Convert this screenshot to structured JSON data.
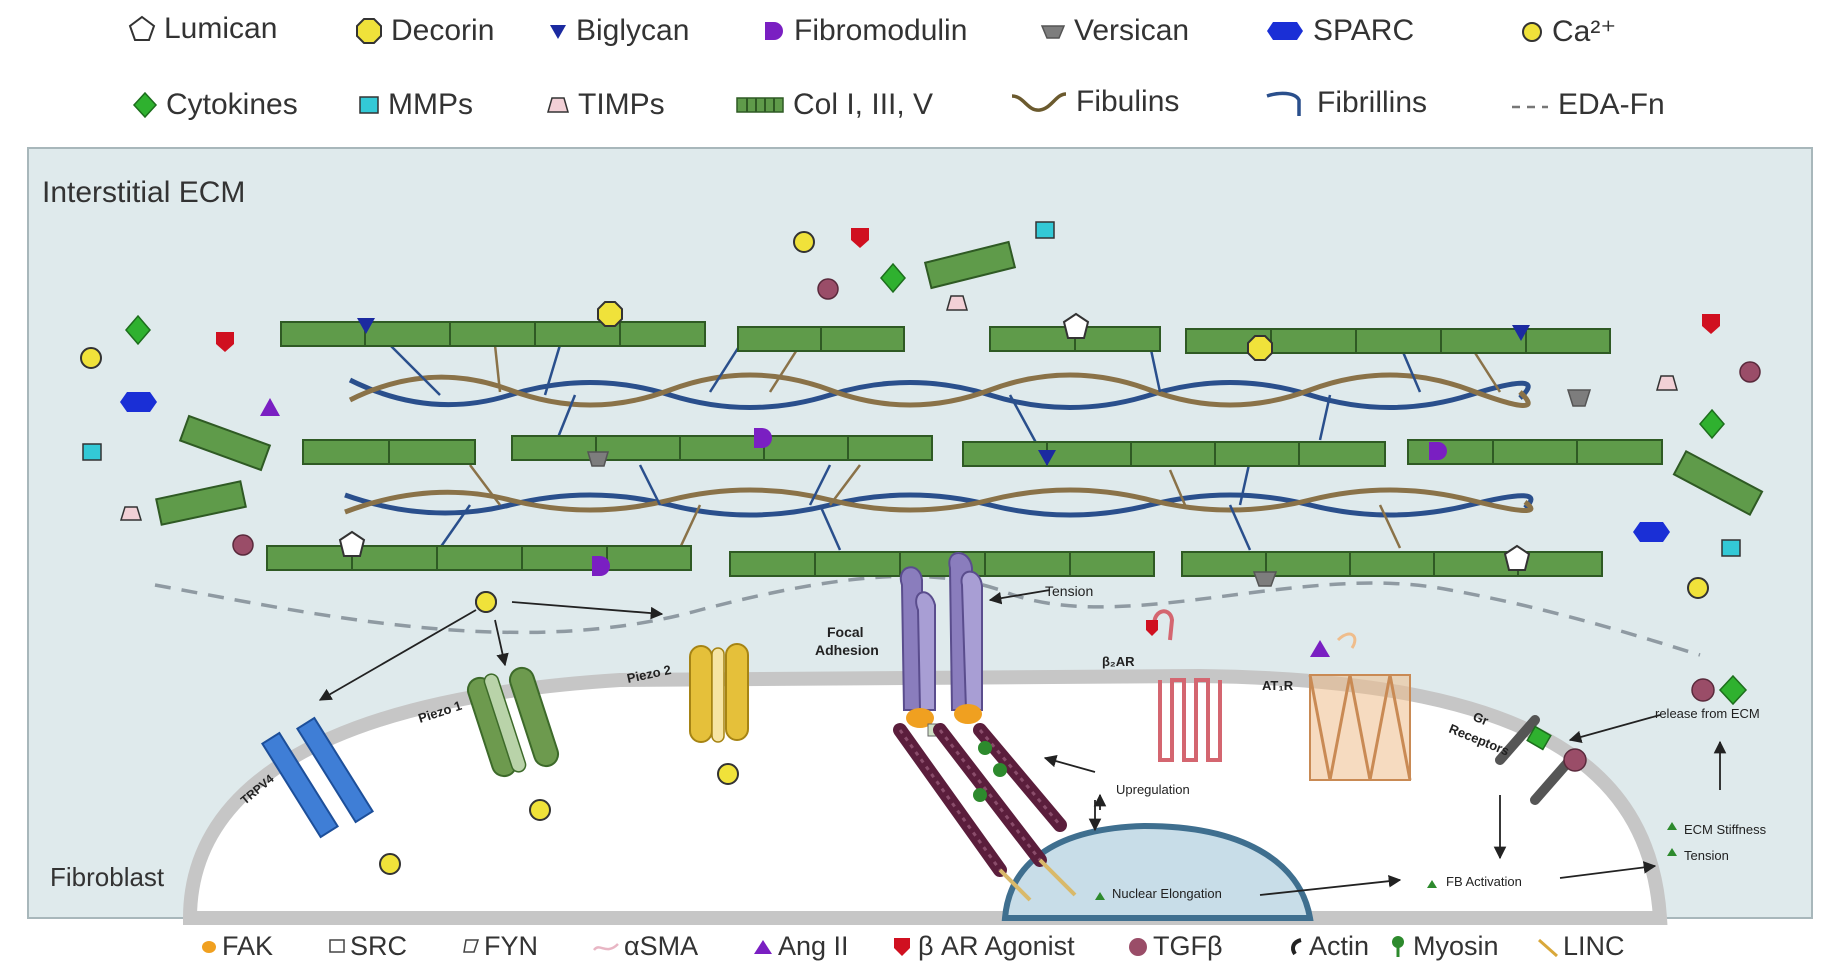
{
  "legend_top": [
    {
      "key": "lumican",
      "label": "Lumican"
    },
    {
      "key": "decorin",
      "label": "Decorin"
    },
    {
      "key": "biglycan",
      "label": "Biglycan"
    },
    {
      "key": "fibromodulin",
      "label": "Fibromodulin"
    },
    {
      "key": "versican",
      "label": "Versican"
    },
    {
      "key": "sparc",
      "label": "SPARC"
    },
    {
      "key": "calcium",
      "label": "Ca²⁺"
    }
  ],
  "legend_second": [
    {
      "key": "cytokines",
      "label": "Cytokines"
    },
    {
      "key": "mmps",
      "label": "MMPs"
    },
    {
      "key": "timps",
      "label": "TIMPs"
    },
    {
      "key": "collagen",
      "label": "Col I, III, V"
    },
    {
      "key": "fibulins",
      "label": "Fibulins"
    },
    {
      "key": "fibrillins",
      "label": "Fibrillins"
    },
    {
      "key": "eda_fn",
      "label": "EDA-Fn"
    }
  ],
  "regions": {
    "ecm": "Interstitial ECM",
    "cell": "Fibroblast"
  },
  "labels": {
    "tension": "Tension",
    "focal_adhesion_1": "Focal",
    "focal_adhesion_2": "Adhesion",
    "piezo2": "Piezo 2",
    "piezo1": "Piezo 1",
    "trpv4": "TRPV4",
    "b2ar": "β₂AR",
    "at1r": "AT₁R",
    "gr_receptors_1": "Gr",
    "gr_receptors_2": "Receptors",
    "release_from_ecm": "release from ECM",
    "upregulation": "Upregulation",
    "nuclear_elongation": "Nuclear Elongation",
    "fb_activation": "FB Activation",
    "ecm_stiffness": "ECM Stiffness",
    "tension_up": "Tension"
  },
  "legend_bottom": [
    {
      "key": "fak",
      "label": "FAK"
    },
    {
      "key": "src",
      "label": "SRC"
    },
    {
      "key": "fyn",
      "label": "FYN"
    },
    {
      "key": "asma",
      "label": "αSMA"
    },
    {
      "key": "ang2",
      "label": "Ang II"
    },
    {
      "key": "beta_ar_agonist",
      "label": "β AR Agonist"
    },
    {
      "key": "tgfb",
      "label": "TGFβ"
    },
    {
      "key": "actin",
      "label": "Actin"
    },
    {
      "key": "myosin",
      "label": "Myosin"
    },
    {
      "key": "linc",
      "label": "LINC"
    }
  ],
  "colors": {
    "ecm_bg": "#dfeaec",
    "collagen": "#5f9b4a",
    "collagen_stroke": "#2f5a24",
    "fibrillin": "#2a4f8c",
    "fibulin": "#8a7248",
    "eda_fn": "#8f9aa2",
    "membrane": "#cfcfcf",
    "nucleus": "#c8dde8",
    "calcium": "#f0e23a",
    "cytokine": "#2fb12f",
    "mmp": "#33c9d6",
    "sparc": "#1a2fd6",
    "fibromodulin": "#7a1fc2",
    "biglycan": "#1b2aa0",
    "tgfb": "#9a4d68",
    "beta_agonist": "#d01020",
    "integrin": "#8a7dbd",
    "piezo1": "#6d9a4e",
    "piezo2": "#e5c03a",
    "trpv4": "#3f7ed6",
    "b2ar": "#e59aa0",
    "at1r": "#efbd8c",
    "actin_myosin": "#5b1e3c",
    "arrow_green": "#2d8a2d"
  },
  "icons": {
    "lumican": "white-pentagon",
    "decorin": "yellow-octagon",
    "biglycan": "blue-triangle-down",
    "fibromodulin": "purple-d-shape",
    "versican": "grey-trapezoid",
    "sparc": "blue-hexagon",
    "calcium": "yellow-circle",
    "cytokines": "green-diamond",
    "mmps": "cyan-square",
    "timps": "pink-trapezoid",
    "collagen": "green-striped-bar",
    "fibulins": "brown-wave",
    "fibrillins": "blue-hook",
    "eda_fn": "grey-dashed-line"
  }
}
